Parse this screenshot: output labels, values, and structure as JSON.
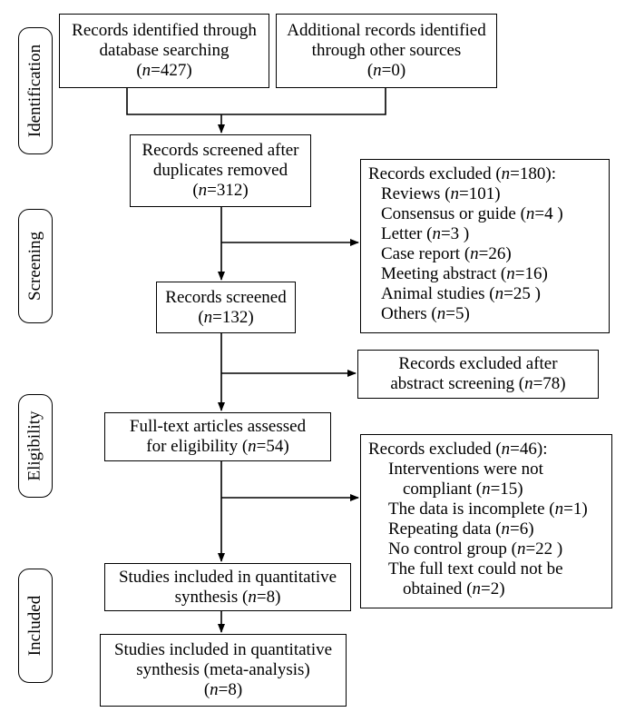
{
  "stages": {
    "identification": "Identification",
    "screening": "Screening",
    "eligibility": "Eligibility",
    "included": "Included"
  },
  "boxes": {
    "db_search": [
      "Records identified through",
      "database searching",
      "(n=427)"
    ],
    "other_sources": [
      "Additional records identified",
      "through other sources",
      "(n=0)"
    ],
    "after_duplicates": [
      "Records screened after",
      "duplicates removed",
      "(n=312)"
    ],
    "excluded_1": {
      "header": "Records excluded (n=180):",
      "items": [
        "Reviews (n=101)",
        "Consensus or guide (n=4 )",
        "Letter (n=3 )",
        "Case report (n=26)",
        "Meeting abstract (n=16)",
        "Animal studies (n=25 )",
        "Others (n=5)"
      ]
    },
    "screened": [
      "Records screened",
      "(n=132)"
    ],
    "excluded_abstract": [
      "Records excluded after",
      "abstract screening (n=78)"
    ],
    "full_text": [
      "Full-text articles assessed",
      "for eligibility (n=54)"
    ],
    "excluded_2": {
      "header": "Records excluded (n=46):",
      "lines": [
        "Interventions were not",
        "compliant (n=15)",
        "The data is incomplete (n=1)",
        "Repeating data (n=6)",
        "No control group (n=22 )",
        "The full text could not be",
        "obtained (n=2)"
      ]
    },
    "quantitative": [
      "Studies included in quantitative",
      "synthesis (n=8)"
    ],
    "meta_analysis": [
      "Studies included in quantitative",
      "synthesis (meta-analysis)",
      "(n=8)"
    ]
  }
}
